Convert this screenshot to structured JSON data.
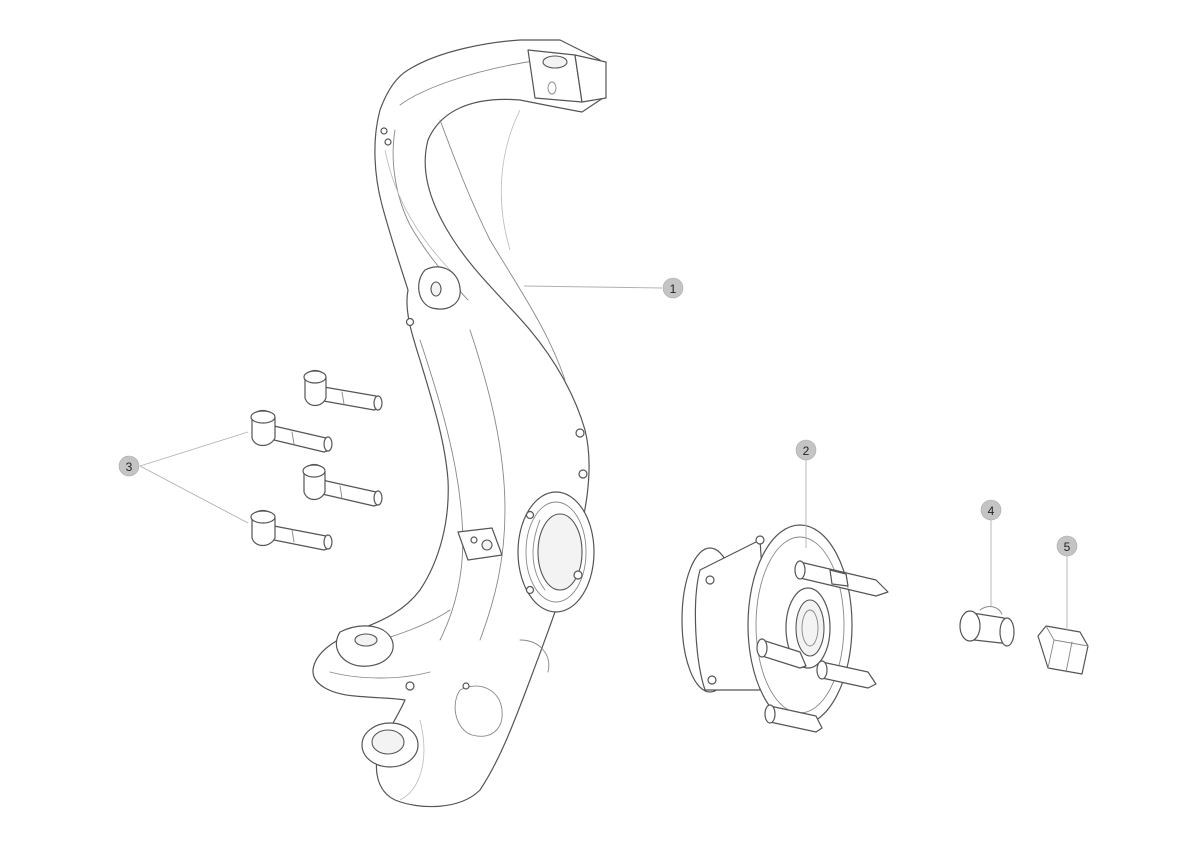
{
  "callouts": [
    {
      "label": "1",
      "part": "steering-knuckle"
    },
    {
      "label": "2",
      "part": "wheel-hub-bearing"
    },
    {
      "label": "3",
      "part": "flange-bolts"
    },
    {
      "label": "4",
      "part": "wheel-nut"
    },
    {
      "label": "5",
      "part": "hub-nut"
    }
  ]
}
